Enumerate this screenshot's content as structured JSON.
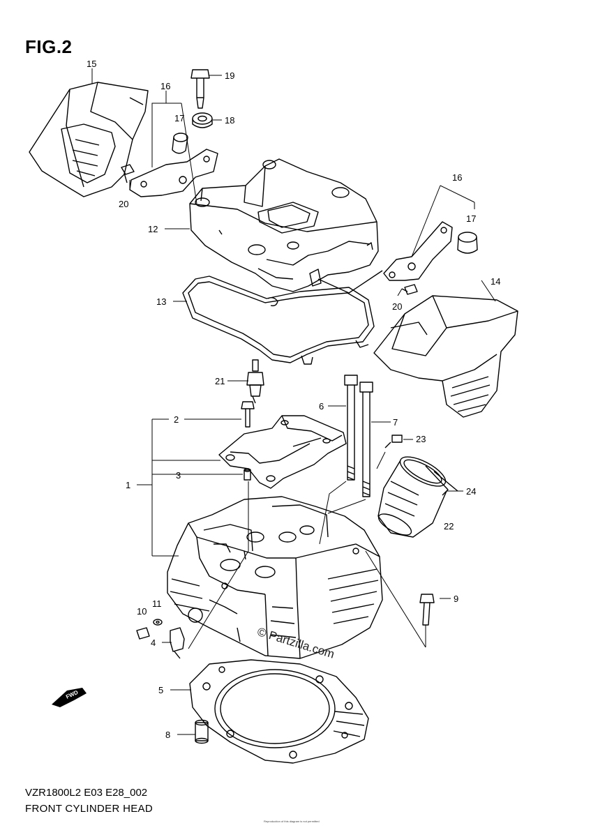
{
  "figure": {
    "title": "FIG.2",
    "code": "VZR1800L2 E03 E28_002",
    "caption": "FRONT CYLINDER HEAD",
    "watermark": "© Partzilla.com",
    "copyright": "Reproduction of this diagram is not permitted"
  },
  "callouts": [
    "1",
    "2",
    "3",
    "4",
    "5",
    "6",
    "7",
    "8",
    "9",
    "10",
    "11",
    "12",
    "13",
    "14",
    "15",
    "16",
    "16",
    "17",
    "17",
    "18",
    "19",
    "20",
    "20",
    "21",
    "22",
    "23",
    "24"
  ],
  "fwd_icon": "fwd-arrow-icon"
}
